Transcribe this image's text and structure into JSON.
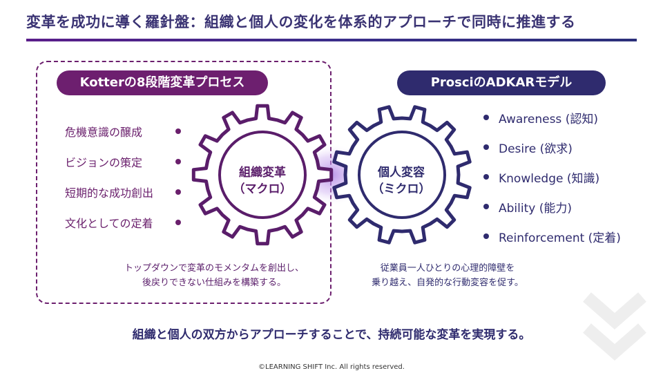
{
  "title": "変革を成功に導く羅針盤：組織と個人の変化を体系的アプローチで同時に推進する",
  "left": {
    "pill": "Kotterの8段階変革プロセス",
    "items": [
      "危機意識の醸成",
      "ビジョンの策定",
      "短期的な成功創出",
      "文化としての定着"
    ],
    "gear_title": "組織変革",
    "gear_sub": "（マクロ）",
    "desc_line1": "トップダウンで変革のモメンタムを創出し、",
    "desc_line2": "後戻りできない仕組みを構築する。"
  },
  "right": {
    "pill": "ProsciのADKARモデル",
    "items": [
      "Awareness (認知)",
      "Desire (欲求)",
      "Knowledge (知識)",
      "Ability (能力)",
      "Reinforcement (定着)"
    ],
    "gear_title": "個人変容",
    "gear_sub": "（ミクロ）",
    "desc_line1": "従業員一人ひとりの心理的障壁を",
    "desc_line2": "乗り越え、自発的な行動変容を促す。"
  },
  "bottom": "組織と個人の双方からアプローチすることで、持続可能な変革を実現する。",
  "copyright": "©LEARNING SHIFT Inc. All rights reserved.",
  "colors": {
    "left_accent": "#6d1f6f",
    "right_accent": "#2f2b6e",
    "glow": "#b48ce6"
  }
}
